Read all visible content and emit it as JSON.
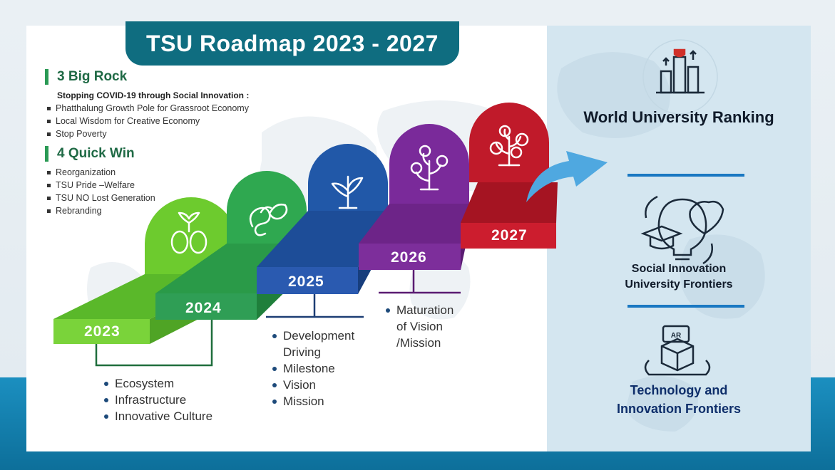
{
  "title": "TSU Roadmap 2023 - 2027",
  "big_rock": {
    "heading": "3 Big Rock",
    "subtitle": "Stopping COVID-19 through Social Innovation :",
    "items": [
      "Phatthalung Growth Pole for Grassroot Economy",
      "Local Wisdom for Creative Economy",
      "Stop Poverty"
    ]
  },
  "quick_win": {
    "heading": "4 Quick Win",
    "items": [
      "Reorganization",
      "TSU Pride –Welfare",
      "TSU NO Lost Generation",
      "Rebranding"
    ]
  },
  "steps": [
    {
      "year": "2023",
      "color": "#6dcb2e",
      "icon": "seed-sprout-icon"
    },
    {
      "year": "2024",
      "color": "#2fa850",
      "icon": "germinating-bean-icon"
    },
    {
      "year": "2025",
      "color": "#2158a8",
      "icon": "seedling-leaves-icon"
    },
    {
      "year": "2026",
      "color": "#7a2a9a",
      "icon": "flowering-plant-icon"
    },
    {
      "year": "2027",
      "color": "#c01a2a",
      "icon": "fruit-tree-icon"
    }
  ],
  "details_2023_2024": [
    "Ecosystem",
    "Infrastructure",
    "Innovative Culture"
  ],
  "details_2025": [
    "Development Driving",
    "Milestone",
    "Vision",
    "Mission"
  ],
  "details_2026": [
    "Maturation of Vision /Mission"
  ],
  "frontiers": [
    {
      "label": "World University Ranking",
      "icon": "ranking-bar-chart-trophy-icon"
    },
    {
      "label": "Social Innovation University Frontiers",
      "icon": "lightbulb-graduation-cap-icon"
    },
    {
      "label": "Technology and Innovation Frontiers",
      "icon": "ar-cube-icon"
    }
  ]
}
